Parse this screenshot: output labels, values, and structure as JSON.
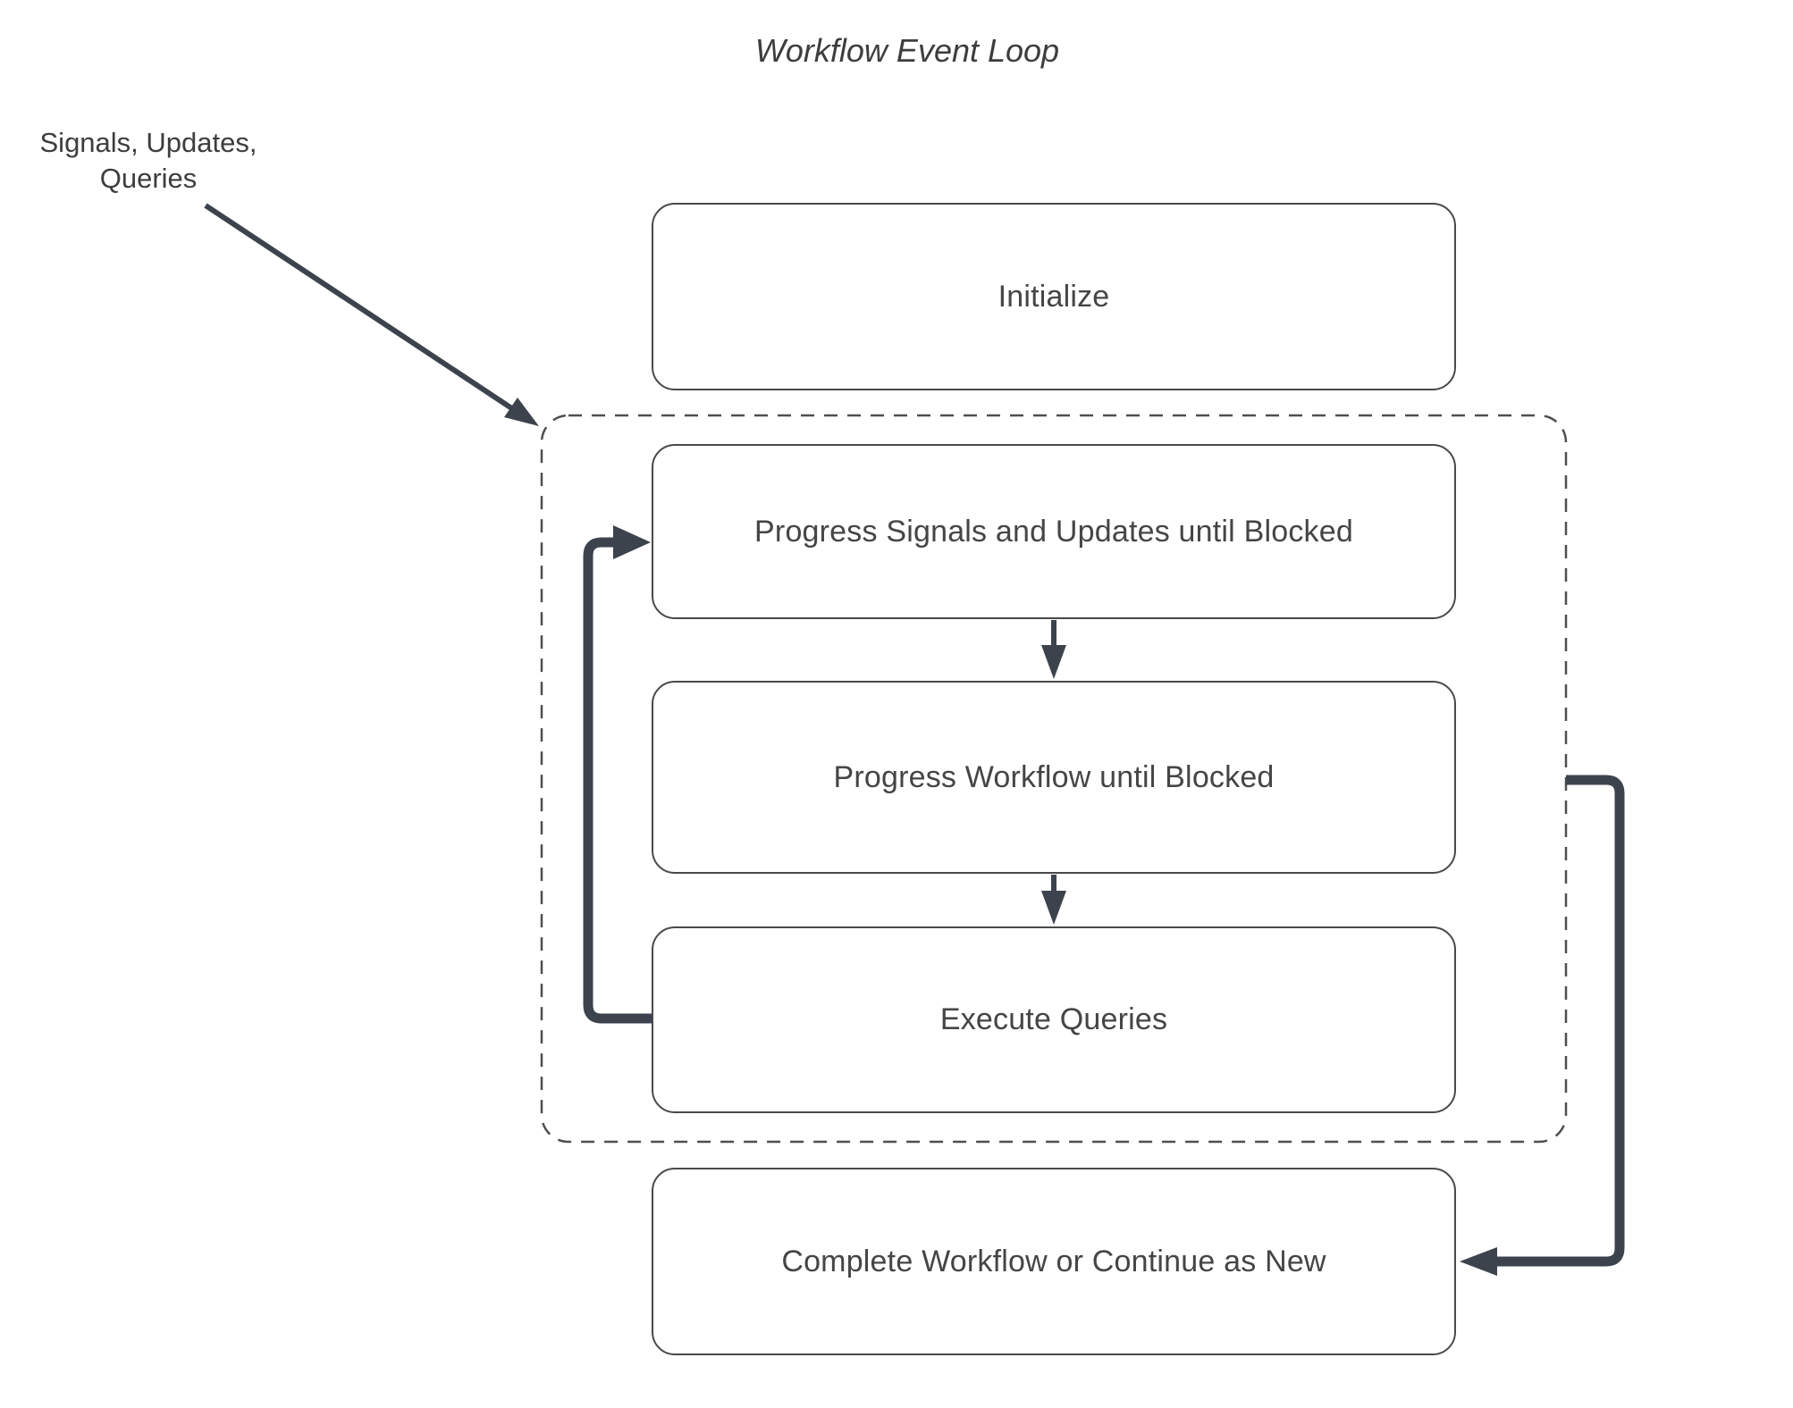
{
  "title": "Workflow Event Loop",
  "annotation": {
    "external_input_label": "Signals, Updates, Queries"
  },
  "nodes": {
    "initialize": {
      "label": "Initialize"
    },
    "progress_signals": {
      "label": "Progress Signals and Updates until Blocked"
    },
    "progress_workflow": {
      "label": "Progress Workflow until Blocked"
    },
    "execute_queries": {
      "label": "Execute Queries"
    },
    "complete": {
      "label": "Complete Workflow or Continue as New"
    }
  },
  "container": {
    "name": "event-loop-dashed-container",
    "contains": [
      "progress_signals",
      "progress_workflow",
      "execute_queries"
    ]
  },
  "edges": [
    {
      "from": "external-input-label",
      "to": "event-loop-dashed-container",
      "style": "thin-diagonal-arrow"
    },
    {
      "from": "progress_signals",
      "to": "progress_workflow",
      "style": "thin-down-arrow"
    },
    {
      "from": "progress_workflow",
      "to": "execute_queries",
      "style": "thin-down-arrow"
    },
    {
      "from": "execute_queries",
      "to": "progress_signals",
      "style": "thick-loop-left-arrow"
    },
    {
      "from": "event-loop-dashed-container",
      "to": "complete",
      "style": "thick-right-arrow"
    }
  ],
  "colors": {
    "background": "#ffffff",
    "arrow": "#3C434D",
    "box_border": "#494949",
    "dashed_border": "#4f4f4f",
    "text": "#454545"
  }
}
